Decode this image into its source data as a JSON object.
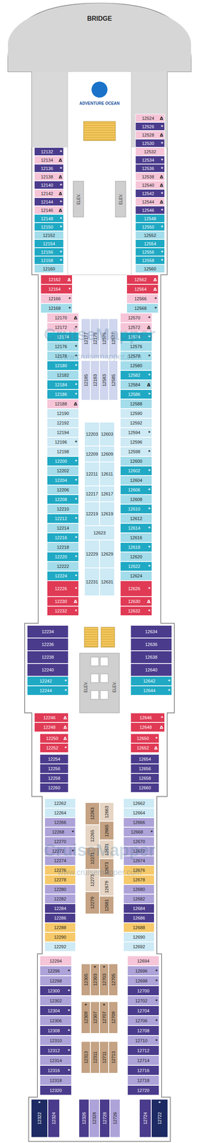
{
  "diagram": {
    "nodes": [
      {
        "text": [
          "BRIDGE"
        ]
      },
      {
        "text": [
          "ADVENTURE OCEAN"
        ]
      },
      {
        "text": [
          "12524",
          "Δ"
        ]
      },
      {
        "text": [
          "12526",
          "*"
        ]
      },
      {
        "text": [
          "12528",
          "Δ"
        ]
      },
      {
        "text": [
          "12530",
          "*"
        ]
      },
      {
        "text": [
          "12132",
          "*"
        ]
      },
      {
        "text": [
          "12134",
          "Δ"
        ]
      },
      {
        "text": [
          "12136",
          "*"
        ]
      },
      {
        "text": [
          "12138",
          "Δ"
        ]
      },
      {
        "text": [
          "12140",
          "*"
        ]
      },
      {
        "text": [
          "12142",
          "Δ"
        ]
      },
      {
        "text": [
          "12144",
          "*"
        ]
      },
      {
        "text": [
          "12146",
          "Δ"
        ]
      },
      {
        "text": [
          "12148",
          "*"
        ]
      },
      {
        "text": [
          "12150",
          "*"
        ]
      },
      {
        "text": [
          "12152"
        ]
      },
      {
        "text": [
          "12154"
        ]
      },
      {
        "text": [
          "12156",
          "*"
        ]
      },
      {
        "text": [
          "12158",
          "*"
        ]
      },
      {
        "text": [
          "12160"
        ]
      },
      {
        "text": [
          "12532"
        ]
      },
      {
        "text": [
          "12534",
          "*"
        ]
      },
      {
        "text": [
          "12536",
          "*"
        ]
      },
      {
        "text": [
          "12538",
          "Δ"
        ]
      },
      {
        "text": [
          "12540",
          "Δ"
        ]
      },
      {
        "text": [
          "12542",
          "*"
        ]
      },
      {
        "text": [
          "12544",
          "Δ"
        ]
      },
      {
        "text": [
          "12546",
          "*"
        ]
      },
      {
        "text": [
          "12548"
        ]
      },
      {
        "text": [
          "12550",
          "*"
        ]
      },
      {
        "text": [
          "12552"
        ]
      },
      {
        "text": [
          "12554"
        ]
      },
      {
        "text": [
          "12556",
          "*"
        ]
      },
      {
        "text": [
          "12558",
          "*"
        ]
      },
      {
        "text": [
          "12560"
        ]
      },
      {
        "text": [
          "12162",
          "Δ"
        ]
      },
      {
        "text": [
          "12164",
          "*"
        ]
      },
      {
        "text": [
          "12166",
          "*"
        ]
      },
      {
        "text": [
          "12168",
          "*"
        ]
      },
      {
        "text": [
          "12170",
          "Δ"
        ]
      },
      {
        "text": [
          "12172",
          "*"
        ]
      },
      {
        "text": [
          "12174"
        ]
      },
      {
        "text": [
          "12176",
          "*"
        ]
      },
      {
        "text": [
          "12178",
          "*"
        ]
      },
      {
        "text": [
          "12180",
          "*"
        ]
      },
      {
        "text": [
          "12182"
        ]
      },
      {
        "text": [
          "12184",
          "*"
        ]
      },
      {
        "text": [
          "12186",
          "*"
        ]
      },
      {
        "text": [
          "12188",
          "Δ"
        ]
      },
      {
        "text": [
          "12190"
        ]
      },
      {
        "text": [
          "12192"
        ]
      },
      {
        "text": [
          "12194"
        ]
      },
      {
        "text": [
          "12196",
          "*"
        ]
      },
      {
        "text": [
          "12198"
        ]
      },
      {
        "text": [
          "12200",
          "*"
        ]
      },
      {
        "text": [
          "12202"
        ]
      },
      {
        "text": [
          "12204",
          "*"
        ]
      },
      {
        "text": [
          "12206"
        ]
      },
      {
        "text": [
          "12208",
          "*"
        ]
      },
      {
        "text": [
          "12210"
        ]
      },
      {
        "text": [
          "12212",
          "*"
        ]
      },
      {
        "text": [
          "12214"
        ]
      },
      {
        "text": [
          "12216",
          "*"
        ]
      },
      {
        "text": [
          "12218"
        ]
      },
      {
        "text": [
          "12220",
          "*"
        ]
      },
      {
        "text": [
          "12222"
        ]
      },
      {
        "text": [
          "12224",
          "*"
        ]
      },
      {
        "text": [
          "12226",
          "*"
        ]
      },
      {
        "text": [
          "12230",
          "Δ"
        ]
      },
      {
        "text": [
          "12232",
          "*"
        ]
      },
      {
        "text": [
          "12177"
        ]
      },
      {
        "text": [
          "12175"
        ]
      },
      {
        "text": [
          "12575"
        ]
      },
      {
        "text": [
          "12577"
        ]
      },
      {
        "text": [
          "12185"
        ]
      },
      {
        "text": [
          "12183"
        ]
      },
      {
        "text": [
          "12583"
        ]
      },
      {
        "text": [
          "12585"
        ]
      },
      {
        "text": [
          "12203"
        ]
      },
      {
        "text": [
          "12209"
        ]
      },
      {
        "text": [
          "12211"
        ]
      },
      {
        "text": [
          "12217"
        ]
      },
      {
        "text": [
          "12219"
        ]
      },
      {
        "text": [
          "12603"
        ]
      },
      {
        "text": [
          "12609"
        ]
      },
      {
        "text": [
          "12611"
        ]
      },
      {
        "text": [
          "12617"
        ]
      },
      {
        "text": [
          "12619"
        ]
      },
      {
        "text": [
          "12623"
        ]
      },
      {
        "text": [
          "12229"
        ]
      },
      {
        "text": [
          "12231"
        ]
      },
      {
        "text": [
          "12629"
        ]
      },
      {
        "text": [
          "12631"
        ]
      },
      {
        "text": [
          "12562",
          "Δ"
        ]
      },
      {
        "text": [
          "12564",
          "Δ"
        ]
      },
      {
        "text": [
          "12566",
          "*"
        ]
      },
      {
        "text": [
          "12568",
          "*"
        ]
      },
      {
        "text": [
          "12570",
          "*"
        ]
      },
      {
        "text": [
          "12572",
          "Δ"
        ]
      },
      {
        "text": [
          "12574",
          "*"
        ]
      },
      {
        "text": [
          "12576"
        ]
      },
      {
        "text": [
          "12578",
          "*"
        ]
      },
      {
        "text": [
          "12580"
        ]
      },
      {
        "text": [
          "12582",
          "*"
        ]
      },
      {
        "text": [
          "12584",
          "Δ"
        ]
      },
      {
        "text": [
          "12586",
          "*"
        ]
      },
      {
        "text": [
          "12588"
        ]
      },
      {
        "text": [
          "12590"
        ]
      },
      {
        "text": [
          "12592"
        ]
      },
      {
        "text": [
          "12594",
          "*"
        ]
      },
      {
        "text": [
          "12596"
        ]
      },
      {
        "text": [
          "12598",
          "*"
        ]
      },
      {
        "text": [
          "12600"
        ]
      },
      {
        "text": [
          "12602",
          "*"
        ]
      },
      {
        "text": [
          "12604"
        ]
      },
      {
        "text": [
          "12606",
          "*"
        ]
      },
      {
        "text": [
          "12608"
        ]
      },
      {
        "text": [
          "12610",
          "*"
        ]
      },
      {
        "text": [
          "12612"
        ]
      },
      {
        "text": [
          "12614",
          "*"
        ]
      },
      {
        "text": [
          "12616"
        ]
      },
      {
        "text": [
          "12618",
          "*"
        ]
      },
      {
        "text": [
          "12620"
        ]
      },
      {
        "text": [
          "12622",
          "*"
        ]
      },
      {
        "text": [
          "12624"
        ]
      },
      {
        "text": [
          "12626",
          "*"
        ]
      },
      {
        "text": [
          "12630",
          "Δ"
        ]
      },
      {
        "text": [
          "12632",
          "*"
        ]
      },
      {
        "text": [
          "12234"
        ]
      },
      {
        "text": [
          "12236"
        ]
      },
      {
        "text": [
          "12238"
        ]
      },
      {
        "text": [
          "12240"
        ]
      },
      {
        "text": [
          "12242",
          "*"
        ]
      },
      {
        "text": [
          "12244",
          "*"
        ]
      },
      {
        "text": [
          "12634"
        ]
      },
      {
        "text": [
          "12636"
        ]
      },
      {
        "text": [
          "12638"
        ]
      },
      {
        "text": [
          "12640"
        ]
      },
      {
        "text": [
          "12642",
          "*"
        ]
      },
      {
        "text": [
          "12644",
          "*"
        ]
      },
      {
        "text": [
          "12246",
          "Δ"
        ]
      },
      {
        "text": [
          "12248",
          "Δ"
        ]
      },
      {
        "text": [
          "12250",
          "Δ"
        ]
      },
      {
        "text": [
          "12252",
          "*"
        ]
      },
      {
        "text": [
          "12254"
        ]
      },
      {
        "text": [
          "12256"
        ]
      },
      {
        "text": [
          "12258"
        ]
      },
      {
        "text": [
          "12260"
        ]
      },
      {
        "text": [
          "12646",
          "*"
        ]
      },
      {
        "text": [
          "12648",
          "Δ"
        ]
      },
      {
        "text": [
          "12650",
          "*"
        ]
      },
      {
        "text": [
          "12652",
          "Δ"
        ]
      },
      {
        "text": [
          "12654"
        ]
      },
      {
        "text": [
          "12656"
        ]
      },
      {
        "text": [
          "12658"
        ]
      },
      {
        "text": [
          "12660"
        ]
      },
      {
        "text": [
          "12262"
        ]
      },
      {
        "text": [
          "12264"
        ]
      },
      {
        "text": [
          "12266"
        ]
      },
      {
        "text": [
          "12268",
          "*"
        ]
      },
      {
        "text": [
          "12270"
        ]
      },
      {
        "text": [
          "12272",
          "*"
        ]
      },
      {
        "text": [
          "12274"
        ]
      },
      {
        "text": [
          "12276"
        ]
      },
      {
        "text": [
          "12278"
        ]
      },
      {
        "text": [
          "12280"
        ]
      },
      {
        "text": [
          "12282"
        ]
      },
      {
        "text": [
          "12284"
        ]
      },
      {
        "text": [
          "12286"
        ]
      },
      {
        "text": [
          "12288"
        ]
      },
      {
        "text": [
          "12290"
        ]
      },
      {
        "text": [
          "12292"
        ]
      },
      {
        "text": [
          "12263"
        ]
      },
      {
        "text": [
          "12265"
        ]
      },
      {
        "text": [
          "12271"
        ]
      },
      {
        "text": [
          "12273"
        ]
      },
      {
        "text": [
          "12279"
        ]
      },
      {
        "text": [
          "12663"
        ]
      },
      {
        "text": [
          "12665"
        ]
      },
      {
        "text": [
          "12671"
        ]
      },
      {
        "text": [
          "12673"
        ]
      },
      {
        "text": [
          "12679"
        ]
      },
      {
        "text": [
          "12681"
        ]
      },
      {
        "text": [
          "12662"
        ]
      },
      {
        "text": [
          "12664"
        ]
      },
      {
        "text": [
          "12666"
        ]
      },
      {
        "text": [
          "12668",
          "*"
        ]
      },
      {
        "text": [
          "12670"
        ]
      },
      {
        "text": [
          "12672"
        ]
      },
      {
        "text": [
          "12674"
        ]
      },
      {
        "text": [
          "12676"
        ]
      },
      {
        "text": [
          "12678"
        ]
      },
      {
        "text": [
          "12680"
        ]
      },
      {
        "text": [
          "12682"
        ]
      },
      {
        "text": [
          "12684"
        ]
      },
      {
        "text": [
          "12686"
        ]
      },
      {
        "text": [
          "12688"
        ]
      },
      {
        "text": [
          "12690"
        ]
      },
      {
        "text": [
          "12692"
        ]
      },
      {
        "text": [
          "12294"
        ]
      },
      {
        "text": [
          "12296",
          "*"
        ]
      },
      {
        "text": [
          "12298"
        ]
      },
      {
        "text": [
          "12300",
          "*"
        ]
      },
      {
        "text": [
          "12302"
        ]
      },
      {
        "text": [
          "12304",
          "*"
        ]
      },
      {
        "text": [
          "12306"
        ]
      },
      {
        "text": [
          "12308",
          "*"
        ]
      },
      {
        "text": [
          "12310"
        ]
      },
      {
        "text": [
          "12312",
          "*"
        ]
      },
      {
        "text": [
          "12314"
        ]
      },
      {
        "text": [
          "12316",
          "*"
        ]
      },
      {
        "text": [
          "12318"
        ]
      },
      {
        "text": [
          "12320"
        ]
      },
      {
        "text": [
          "12305"
        ]
      },
      {
        "text": [
          "12303",
          "*"
        ]
      },
      {
        "text": [
          "12703",
          "*"
        ]
      },
      {
        "text": [
          "12705"
        ]
      },
      {
        "text": [
          "12309",
          "*"
        ]
      },
      {
        "text": [
          "12307"
        ]
      },
      {
        "text": [
          "12707",
          "*"
        ]
      },
      {
        "text": [
          "12709"
        ]
      },
      {
        "text": [
          "12313"
        ]
      },
      {
        "text": [
          "12311"
        ]
      },
      {
        "text": [
          "12711"
        ]
      },
      {
        "text": [
          "12713"
        ]
      },
      {
        "text": [
          "12694"
        ]
      },
      {
        "text": [
          "12696",
          "*"
        ]
      },
      {
        "text": [
          "12698",
          "*"
        ]
      },
      {
        "text": [
          "12700"
        ]
      },
      {
        "text": [
          "12702",
          "*"
        ]
      },
      {
        "text": [
          "12704"
        ]
      },
      {
        "text": [
          "12706",
          "*"
        ]
      },
      {
        "text": [
          "12708"
        ]
      },
      {
        "text": [
          "12710",
          "*"
        ]
      },
      {
        "text": [
          "12712"
        ]
      },
      {
        "text": [
          "12714"
        ]
      },
      {
        "text": [
          "12716"
        ]
      },
      {
        "text": [
          "12718"
        ]
      },
      {
        "text": [
          "12720"
        ]
      },
      {
        "text": [
          "12322",
          "*"
        ]
      },
      {
        "text": [
          "12324"
        ]
      },
      {
        "text": [
          "12326"
        ]
      },
      {
        "text": [
          "12328"
        ]
      },
      {
        "text": [
          "12728"
        ]
      },
      {
        "text": [
          "12726"
        ]
      },
      {
        "text": [
          "12724"
        ]
      },
      {
        "text": [
          "12722",
          "*"
        ]
      }
    ],
    "labels": [
      "ELEV.",
      "ELEV.",
      "ELEV.",
      "ELEV.",
      "CruiseMapper",
      "www.cruisemapper.com",
      "CruiseMapper",
      "www.cruisemapper.com"
    ]
  }
}
